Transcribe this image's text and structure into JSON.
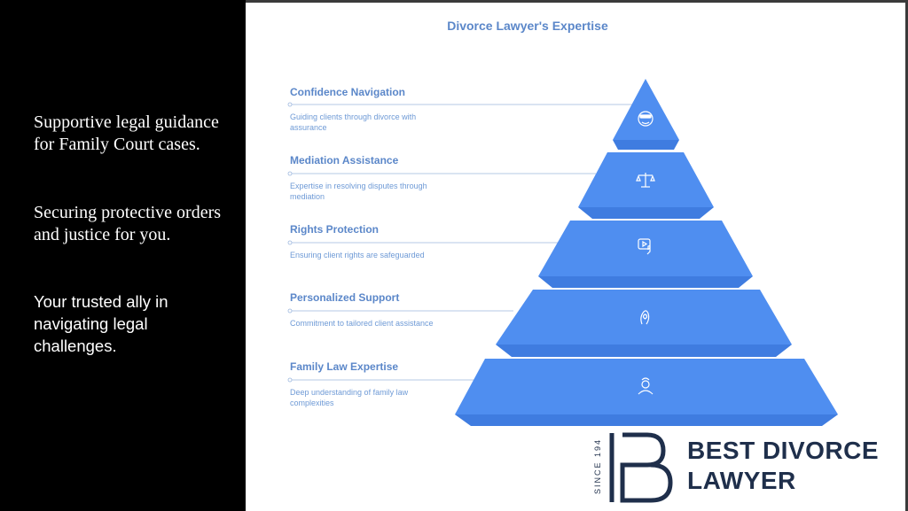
{
  "left": {
    "line1": "Supportive legal guidance",
    "line2": "for Family Court cases.",
    "line3": "Securing protective orders",
    "line4": "and justice for you.",
    "line5": "Your trusted ally in",
    "line6": "navigating legal",
    "line7": "challenges."
  },
  "infographic": {
    "title": "Divorce Lawyer's Expertise",
    "levels": [
      {
        "title": "Confidence Navigation",
        "desc": "Guiding clients through divorce with assurance",
        "icon": "confident-face-icon"
      },
      {
        "title": "Mediation Assistance",
        "desc": "Expertise in resolving disputes through mediation",
        "icon": "scales-icon"
      },
      {
        "title": "Rights Protection",
        "desc": "Ensuring client rights are safeguarded",
        "icon": "touch-screen-icon"
      },
      {
        "title": "Personalized Support",
        "desc": "Commitment to tailored client assistance",
        "icon": "hand-heart-icon"
      },
      {
        "title": "Family Law Expertise",
        "desc": "Deep understanding of family law complexities",
        "icon": "lawyer-icon"
      }
    ],
    "color": "#4f8ef0"
  },
  "logo": {
    "line1": "BEST DIVORCE",
    "line2": "LAWYER",
    "since": "SINCE 194",
    "color": "#1f2f4b"
  }
}
